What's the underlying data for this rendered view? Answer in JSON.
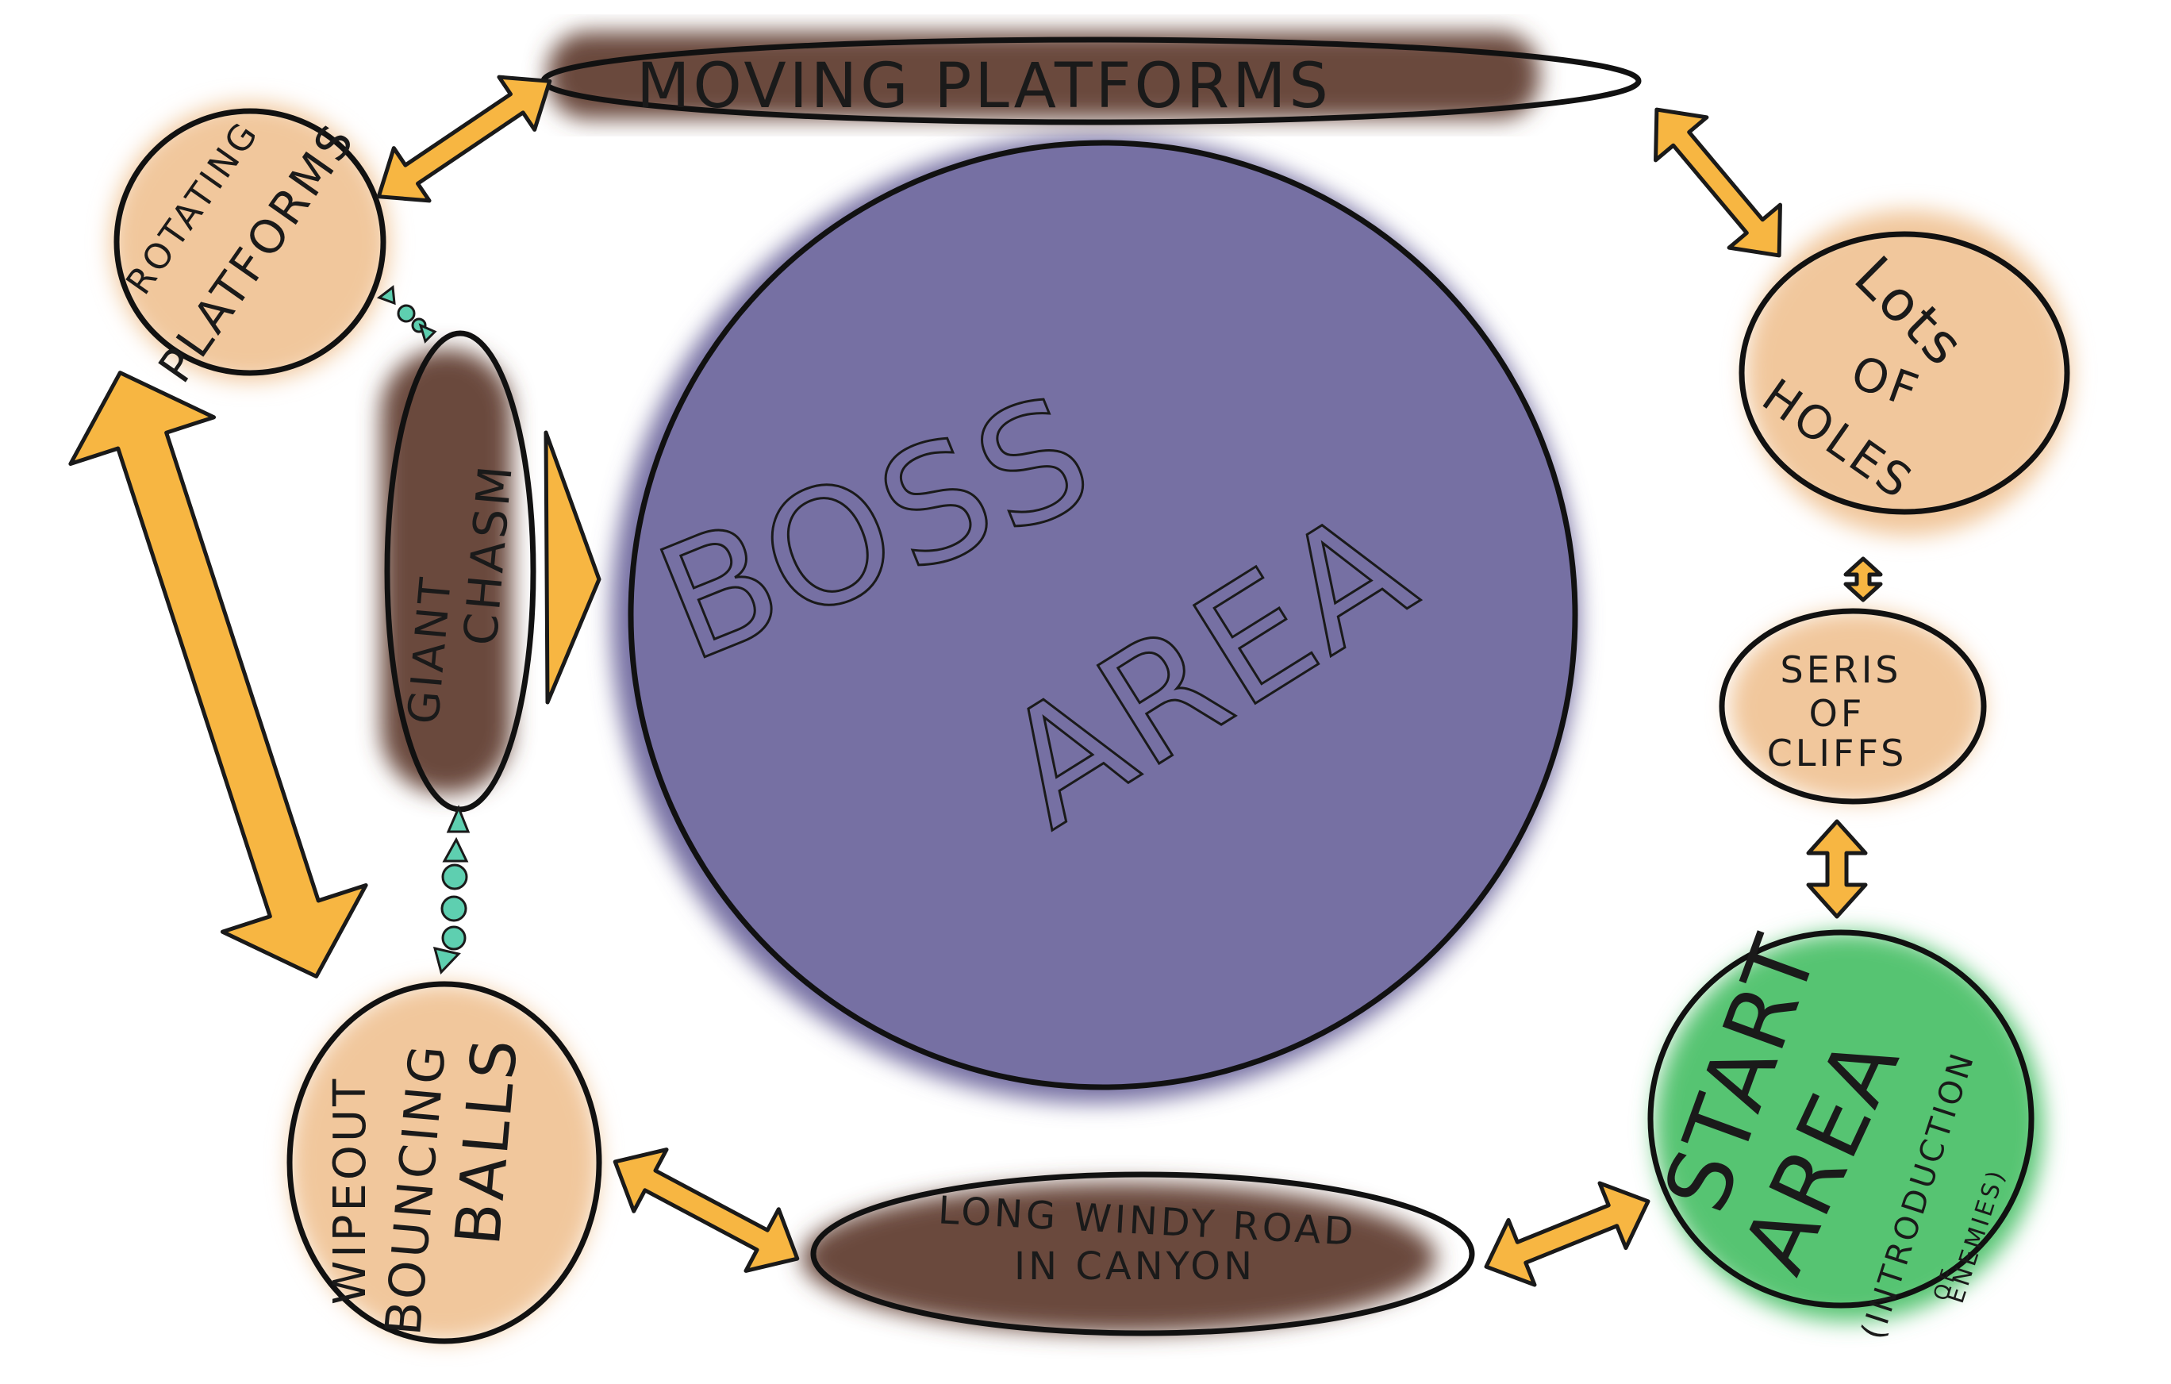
{
  "colors": {
    "background": "#ffffff",
    "boss": "#7670a3",
    "start": "#56c472",
    "orange": "#f1c79c",
    "brown": "#6b4a3d",
    "arrow": "#f7b642",
    "teal": "#5ecfb0"
  },
  "nodes": {
    "moving_platforms": {
      "label": "MOVING PLATFORMS"
    },
    "rotating_platforms": {
      "line1": "ROTATING",
      "line2": "PLATFORMS"
    },
    "giant_chasm": {
      "line1": "GIANT",
      "line2": "CHASM"
    },
    "boss_area": {
      "line1": "BOSS",
      "line2": "AREA"
    },
    "lots_of_holes": {
      "line1": "Lots",
      "line2": "OF",
      "line3": "HOLES"
    },
    "seris_of_cliffs": {
      "line1": "SERIS",
      "line2": "OF",
      "line3": "CLIFFS"
    },
    "start_area": {
      "line1": "START",
      "line2": "AREA",
      "line3": "(INTRODUCTION",
      "line4": "OF",
      "line5": "ENEMIES)"
    },
    "wipeout_bouncing_balls": {
      "line1": "WIPEOUT",
      "line2": "BOUNCING",
      "line3": "BALLS"
    },
    "long_windy_road": {
      "line1": "LONG WINDY ROAD",
      "line2": "IN CANYON"
    }
  },
  "connections": [
    {
      "from": "rotating_platforms",
      "to": "moving_platforms",
      "kind": "double-arrow"
    },
    {
      "from": "moving_platforms",
      "to": "lots_of_holes",
      "kind": "double-arrow"
    },
    {
      "from": "lots_of_holes",
      "to": "seris_of_cliffs",
      "kind": "double-arrow"
    },
    {
      "from": "seris_of_cliffs",
      "to": "start_area",
      "kind": "double-arrow"
    },
    {
      "from": "start_area",
      "to": "long_windy_road",
      "kind": "double-arrow"
    },
    {
      "from": "long_windy_road",
      "to": "wipeout_bouncing_balls",
      "kind": "double-arrow"
    },
    {
      "from": "wipeout_bouncing_balls",
      "to": "rotating_platforms",
      "kind": "double-arrow"
    },
    {
      "from": "giant_chasm",
      "to": "boss_area",
      "kind": "arrow"
    },
    {
      "from": "rotating_platforms",
      "to": "giant_chasm",
      "kind": "dotted"
    },
    {
      "from": "wipeout_bouncing_balls",
      "to": "giant_chasm",
      "kind": "dotted"
    }
  ]
}
